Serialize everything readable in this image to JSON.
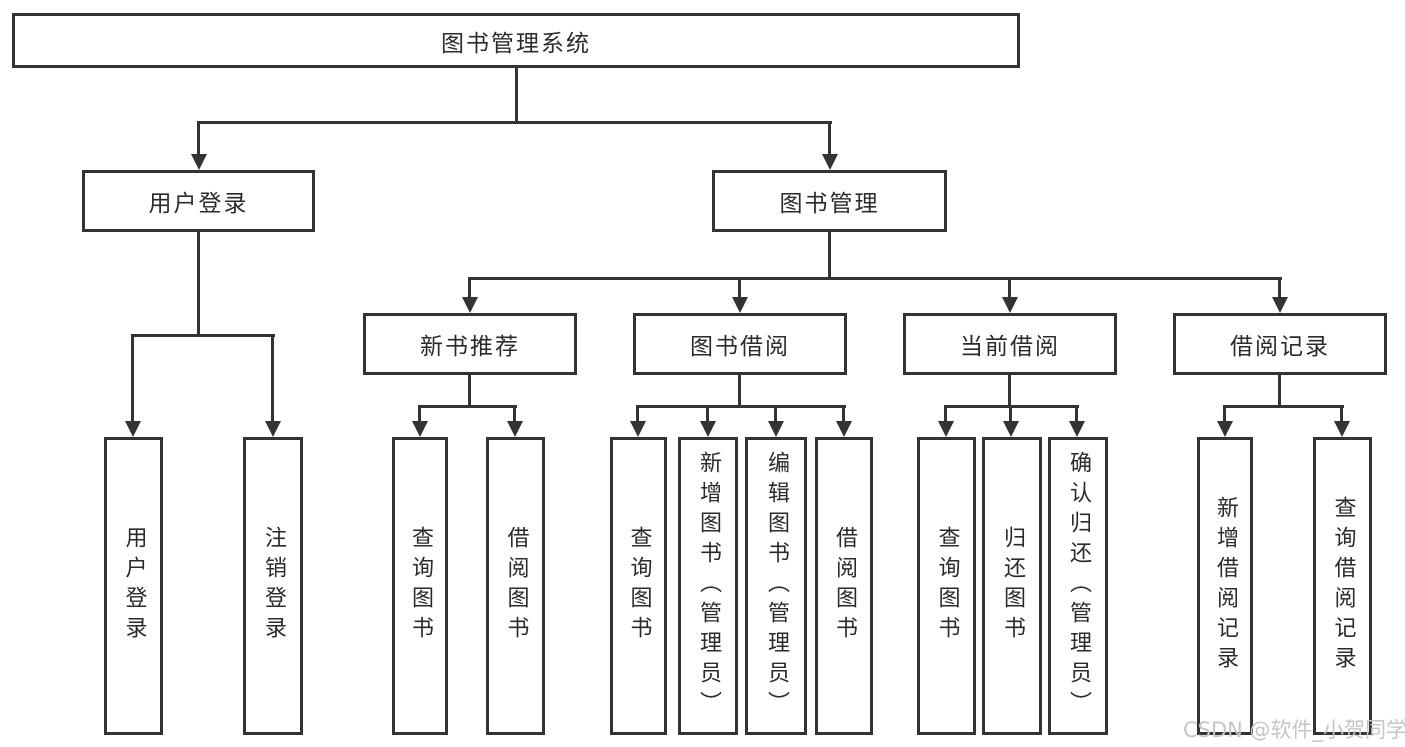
{
  "tree": {
    "root": {
      "label": "图书管理系统"
    },
    "user_login": {
      "label": "用户登录",
      "children": [
        "用户登录",
        "注销登录"
      ]
    },
    "book_mgmt": {
      "label": "图书管理",
      "sections": {
        "new_books": {
          "label": "新书推荐",
          "children": [
            "查询图书",
            "借阅图书"
          ]
        },
        "book_borrow": {
          "label": "图书借阅",
          "children": [
            "查询图书",
            "新增图书（管理员）",
            "编辑图书（管理员）",
            "借阅图书"
          ]
        },
        "current_borrow": {
          "label": "当前借阅",
          "children": [
            "查询图书",
            "归还图书",
            "确认归还（管理员）"
          ]
        },
        "borrow_records": {
          "label": "借阅记录",
          "children": [
            "新增借阅记录",
            "查询借阅记录"
          ]
        }
      }
    }
  },
  "watermark": {
    "text": "CSDN @软件_小贺同学"
  },
  "colors": {
    "line": "#333333",
    "text": "#2b2b2b",
    "box_background": "#ffffff",
    "page_background": "#ffffff",
    "watermark": "#c3c7cb"
  }
}
